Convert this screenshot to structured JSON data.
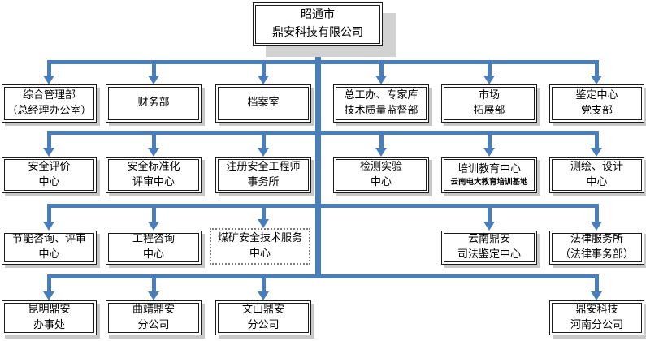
{
  "colors": {
    "connector_blue": "#4a7ebb",
    "box_border": "#1c1c1c",
    "box_shadow": "#c8c8c8",
    "title_shadow": "#d2d2d2",
    "text": "#000000"
  },
  "org": {
    "root": {
      "line1": "昭通市",
      "line2": "鼎安科技有限公司"
    },
    "level1": [
      {
        "line1": "综合管理部",
        "line2": "（总经理办公室）"
      },
      {
        "line1": "财务部"
      },
      {
        "line1": "档案室"
      },
      {
        "line1": "总工办、专家库",
        "line2": "技术质量监督部"
      },
      {
        "line1": "市场",
        "line2": "拓展部"
      },
      {
        "line1": "鉴定中心",
        "line2": "党支部"
      }
    ],
    "level2": [
      {
        "line1": "安全评价",
        "line2": "中心"
      },
      {
        "line1": "安全标准化",
        "line2": "评审中心"
      },
      {
        "line1": "注册安全工程师",
        "line2": "事务所"
      },
      {
        "line1": "检测实验",
        "line2": "中心"
      },
      {
        "line1": "培训教育中心",
        "subline": "云南电大教育培训基地"
      },
      {
        "line1": "测绘、设计",
        "line2": "中心"
      }
    ],
    "level3": [
      {
        "line1": "节能咨询、评审",
        "line2": "中心"
      },
      {
        "line1": "工程咨询",
        "line2": "中心"
      },
      {
        "line1": "煤矿安全技术服务",
        "line2": "中心"
      },
      {
        "line1": "云南鼎安",
        "line2": "司法鉴定中心"
      },
      {
        "line1": "法律服务所",
        "line2": "（法律事务部）"
      }
    ],
    "level4": [
      {
        "line1": "昆明鼎安",
        "line2": "办事处"
      },
      {
        "line1": "曲靖鼎安",
        "line2": "分公司"
      },
      {
        "line1": "文山鼎安",
        "line2": "分公司"
      },
      {
        "line1": "鼎安科技",
        "line2": "河南分公司"
      }
    ]
  }
}
